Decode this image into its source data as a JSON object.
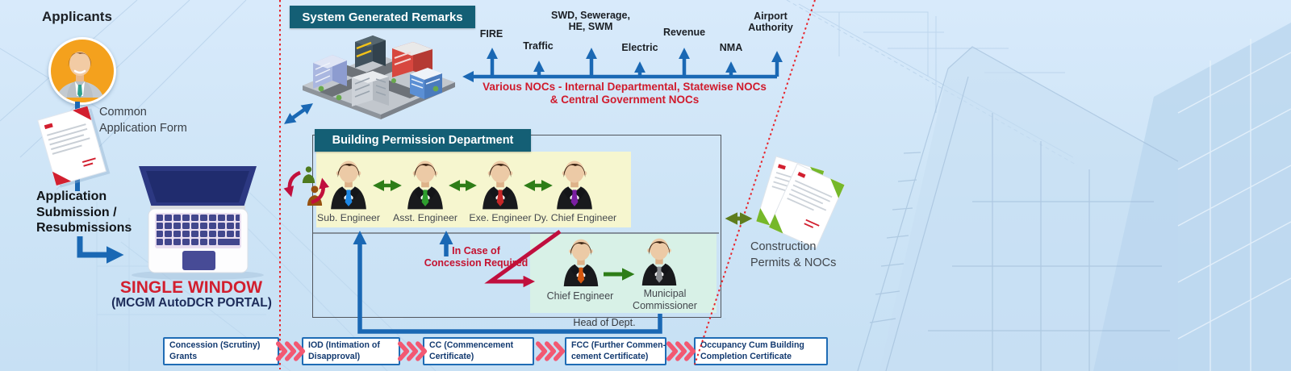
{
  "left": {
    "applicants": "Applicants",
    "common_form": "Common\nApplication Form",
    "submission": "Application\nSubmission /\nResubmissions",
    "single_window": "SINGLE WINDOW",
    "portal": "(MCGM AutoDCR PORTAL)"
  },
  "remarks": {
    "banner": "System Generated Remarks",
    "departments": [
      "FIRE",
      "Traffic",
      "SWD, Sewerage,\nHE, SWM",
      "Electric",
      "Revenue",
      "NMA",
      "Airport\nAuthority"
    ],
    "nocs_note": "Various NOCs - Internal Departmental, Statewise NOCs\n& Central Government NOCs"
  },
  "bpd": {
    "banner": "Building Permission Department",
    "officers": [
      {
        "label": "Sub. Engineer",
        "tie": "#1e88e5"
      },
      {
        "label": "Asst. Engineer",
        "tie": "#2e9e2e"
      },
      {
        "label": "Exe. Engineer",
        "tie": "#c62828"
      },
      {
        "label": "Dy. Chief Engineer",
        "tie": "#7b1fa2"
      }
    ],
    "concession_note": "In Case of\nConcession Required",
    "chief": {
      "label": "Chief Engineer",
      "tie": "#d4570f"
    },
    "commissioner": {
      "label": "Municipal\nCommissioner",
      "tie": "#8a8d91"
    },
    "head_of_dept": "Head of Dept."
  },
  "right_side": {
    "construction": "Construction\nPermits & NOCs"
  },
  "process": {
    "steps": [
      "Concession (Scrutiny)\nGrants",
      "IOD (Intimation of\nDisapproval)",
      "CC (Commencement\nCertificate)",
      "FCC (Further Commen-\ncement Certificate)",
      "Occupancy Cum Building\nCompletion Certificate"
    ]
  },
  "colors": {
    "background": "#cde4f6",
    "teal_banner": "#145f75",
    "arrow_blue": "#1a68b4",
    "navy_text": "#1d2c5a",
    "red_accent": "#d21f2f",
    "note_red": "#d01a2c",
    "crimson": "#c00f3e",
    "green_arrow": "#2e7d18",
    "olive_arrow": "#5e7d1d",
    "chevron_pink": "#f25872",
    "panel_yellow": "#f6f6cf",
    "panel_mint": "#d8f1e7",
    "step_border": "#1f6cb5",
    "dotted_red": "#e8252c"
  },
  "icons": [
    "applicant-avatar",
    "application-form-document",
    "laptop",
    "city-illustration",
    "officer-avatar",
    "swap-persons-icon",
    "exchange-arrows",
    "documents-stack-icon",
    "process-chevrons"
  ]
}
